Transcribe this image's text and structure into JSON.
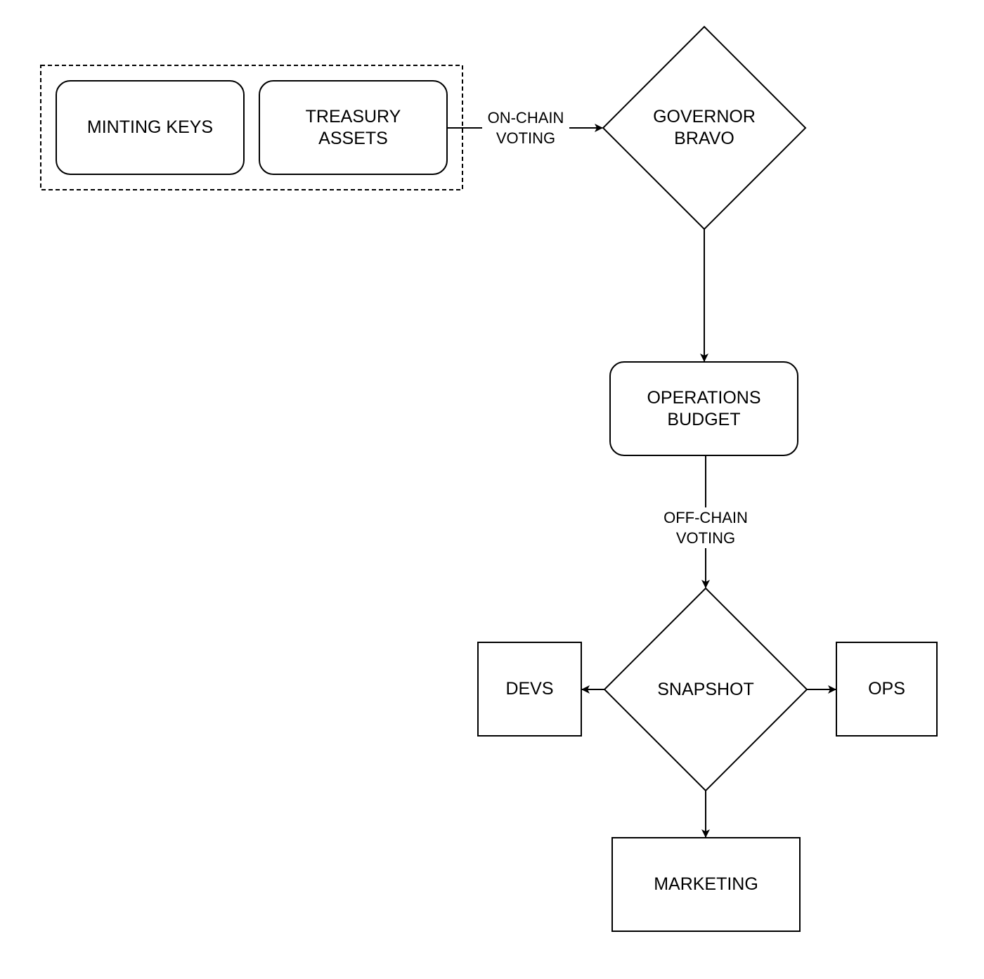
{
  "diagram": {
    "nodes": {
      "minting_keys": "MINTING KEYS",
      "treasury_assets": "TREASURY\nASSETS",
      "governor_bravo": "GOVERNOR\nBRAVO",
      "operations_budget": "OPERATIONS\nBUDGET",
      "snapshot": "SNAPSHOT",
      "devs": "DEVS",
      "ops": "OPS",
      "marketing": "MARKETING"
    },
    "edges": {
      "on_chain_voting": "ON-CHAIN\nVOTING",
      "off_chain_voting": "OFF-CHAIN\nVOTING"
    },
    "colors": {
      "stroke": "#000000",
      "background": "#ffffff"
    }
  }
}
